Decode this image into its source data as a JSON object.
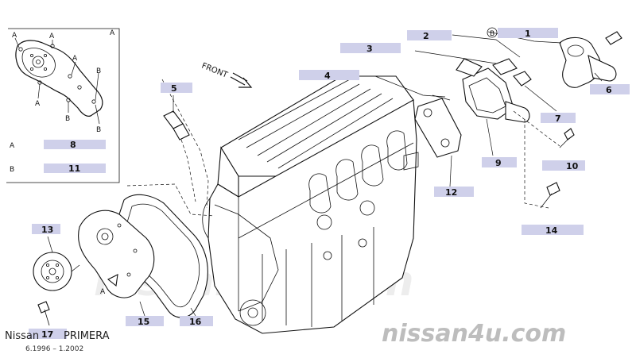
{
  "diagram": {
    "front_label": "FRONT",
    "bolt_marker": "B",
    "brand": "Nissan",
    "model": "PRIMERA",
    "date_range": "6.1996 – 1.2002",
    "watermark": "nissan4u.com"
  },
  "callouts": [
    {
      "id": "c1",
      "number": "1"
    },
    {
      "id": "c2",
      "number": "2"
    },
    {
      "id": "c3",
      "number": "3"
    },
    {
      "id": "c4",
      "number": "4"
    },
    {
      "id": "c5",
      "number": "5"
    },
    {
      "id": "c6",
      "number": "6"
    },
    {
      "id": "c7",
      "number": "7"
    },
    {
      "id": "c8",
      "number": "8"
    },
    {
      "id": "c9",
      "number": "9"
    },
    {
      "id": "c10",
      "number": "10"
    },
    {
      "id": "c11",
      "number": "11"
    },
    {
      "id": "c12",
      "number": "12"
    },
    {
      "id": "c13",
      "number": "13"
    },
    {
      "id": "c14",
      "number": "14"
    },
    {
      "id": "c15",
      "number": "15"
    },
    {
      "id": "c16",
      "number": "16"
    },
    {
      "id": "c17",
      "number": "17"
    }
  ],
  "inset": {
    "marker_a": "A",
    "marker_b": "B",
    "legend": [
      {
        "marker": "A",
        "part": "8"
      },
      {
        "marker": "B",
        "part": "11"
      }
    ]
  },
  "colors": {
    "label_highlight": "#cfd0ea",
    "line": "#111111",
    "watermark": "#bdbdbd"
  }
}
